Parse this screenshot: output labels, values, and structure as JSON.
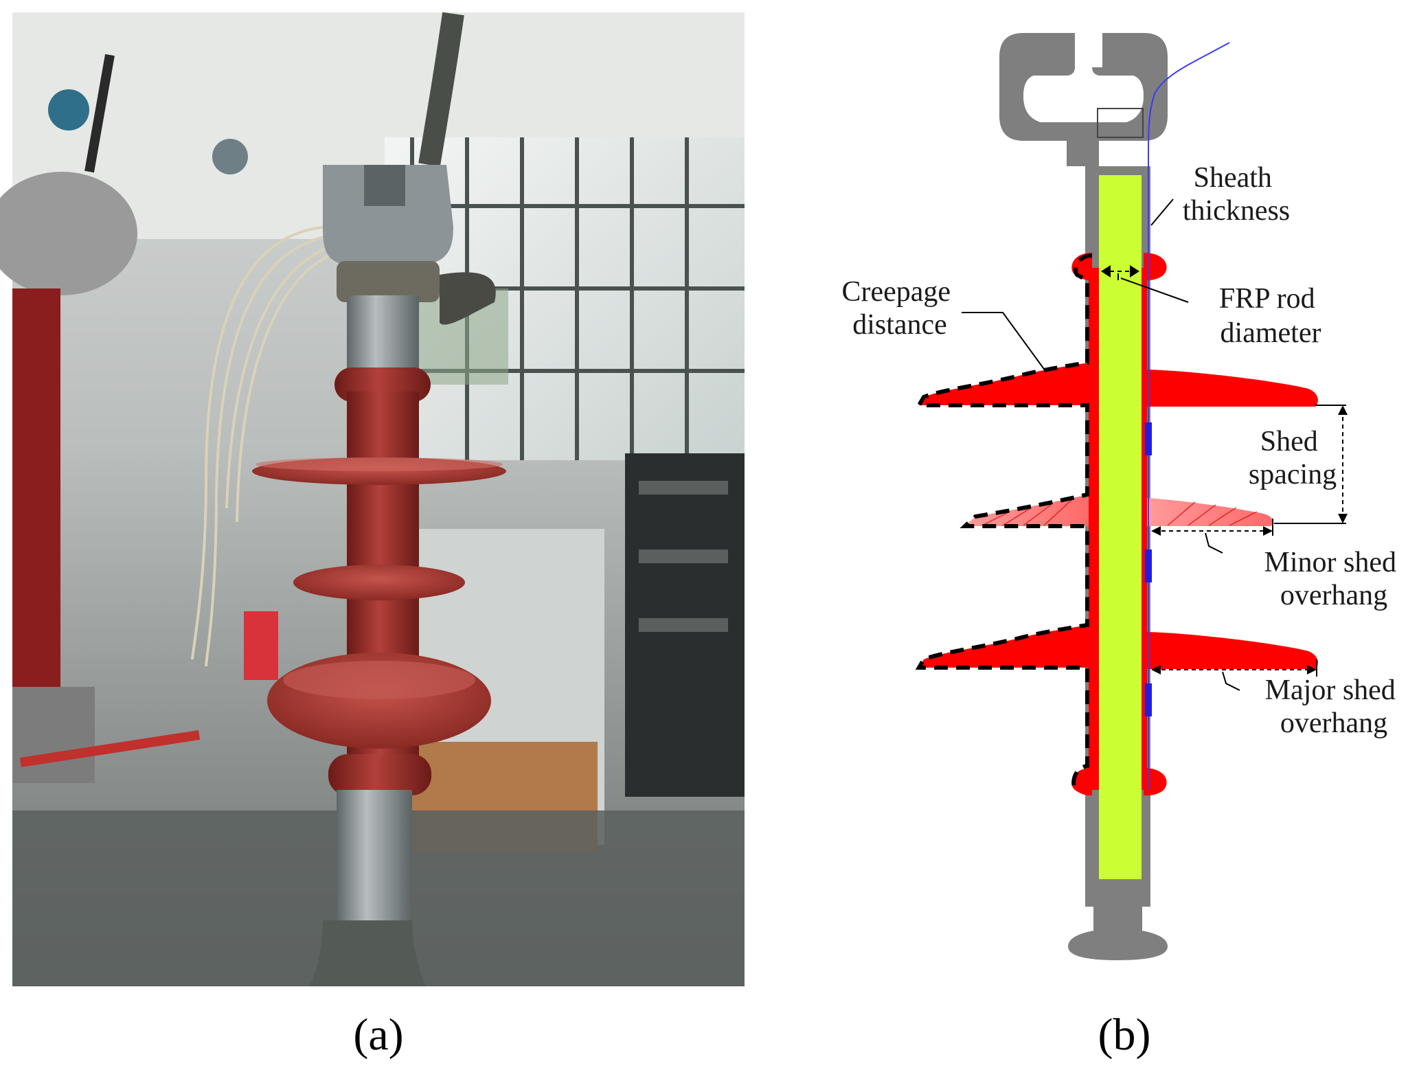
{
  "panel_a": {
    "caption": "(a)"
  },
  "panel_b": {
    "caption": "(b)",
    "labels": {
      "sheath_thickness": [
        "Sheath",
        "thickness"
      ],
      "frp_rod_diameter": [
        "FRP rod",
        "diameter"
      ],
      "creepage_distance": [
        "Creepage",
        "distance"
      ],
      "shed_spacing": [
        "Shed",
        "spacing"
      ],
      "minor_shed_overhang": [
        "Minor shed",
        "overhang"
      ],
      "major_shed_overhang": [
        "Major shed",
        "overhang"
      ]
    }
  },
  "colors": {
    "metal_fitting": "#7f7f7f",
    "frp_rod": "#ccff33",
    "silicone_housing": "#ff0000",
    "sheath_line": "#3a3aff",
    "dashed_path": "#000000"
  }
}
